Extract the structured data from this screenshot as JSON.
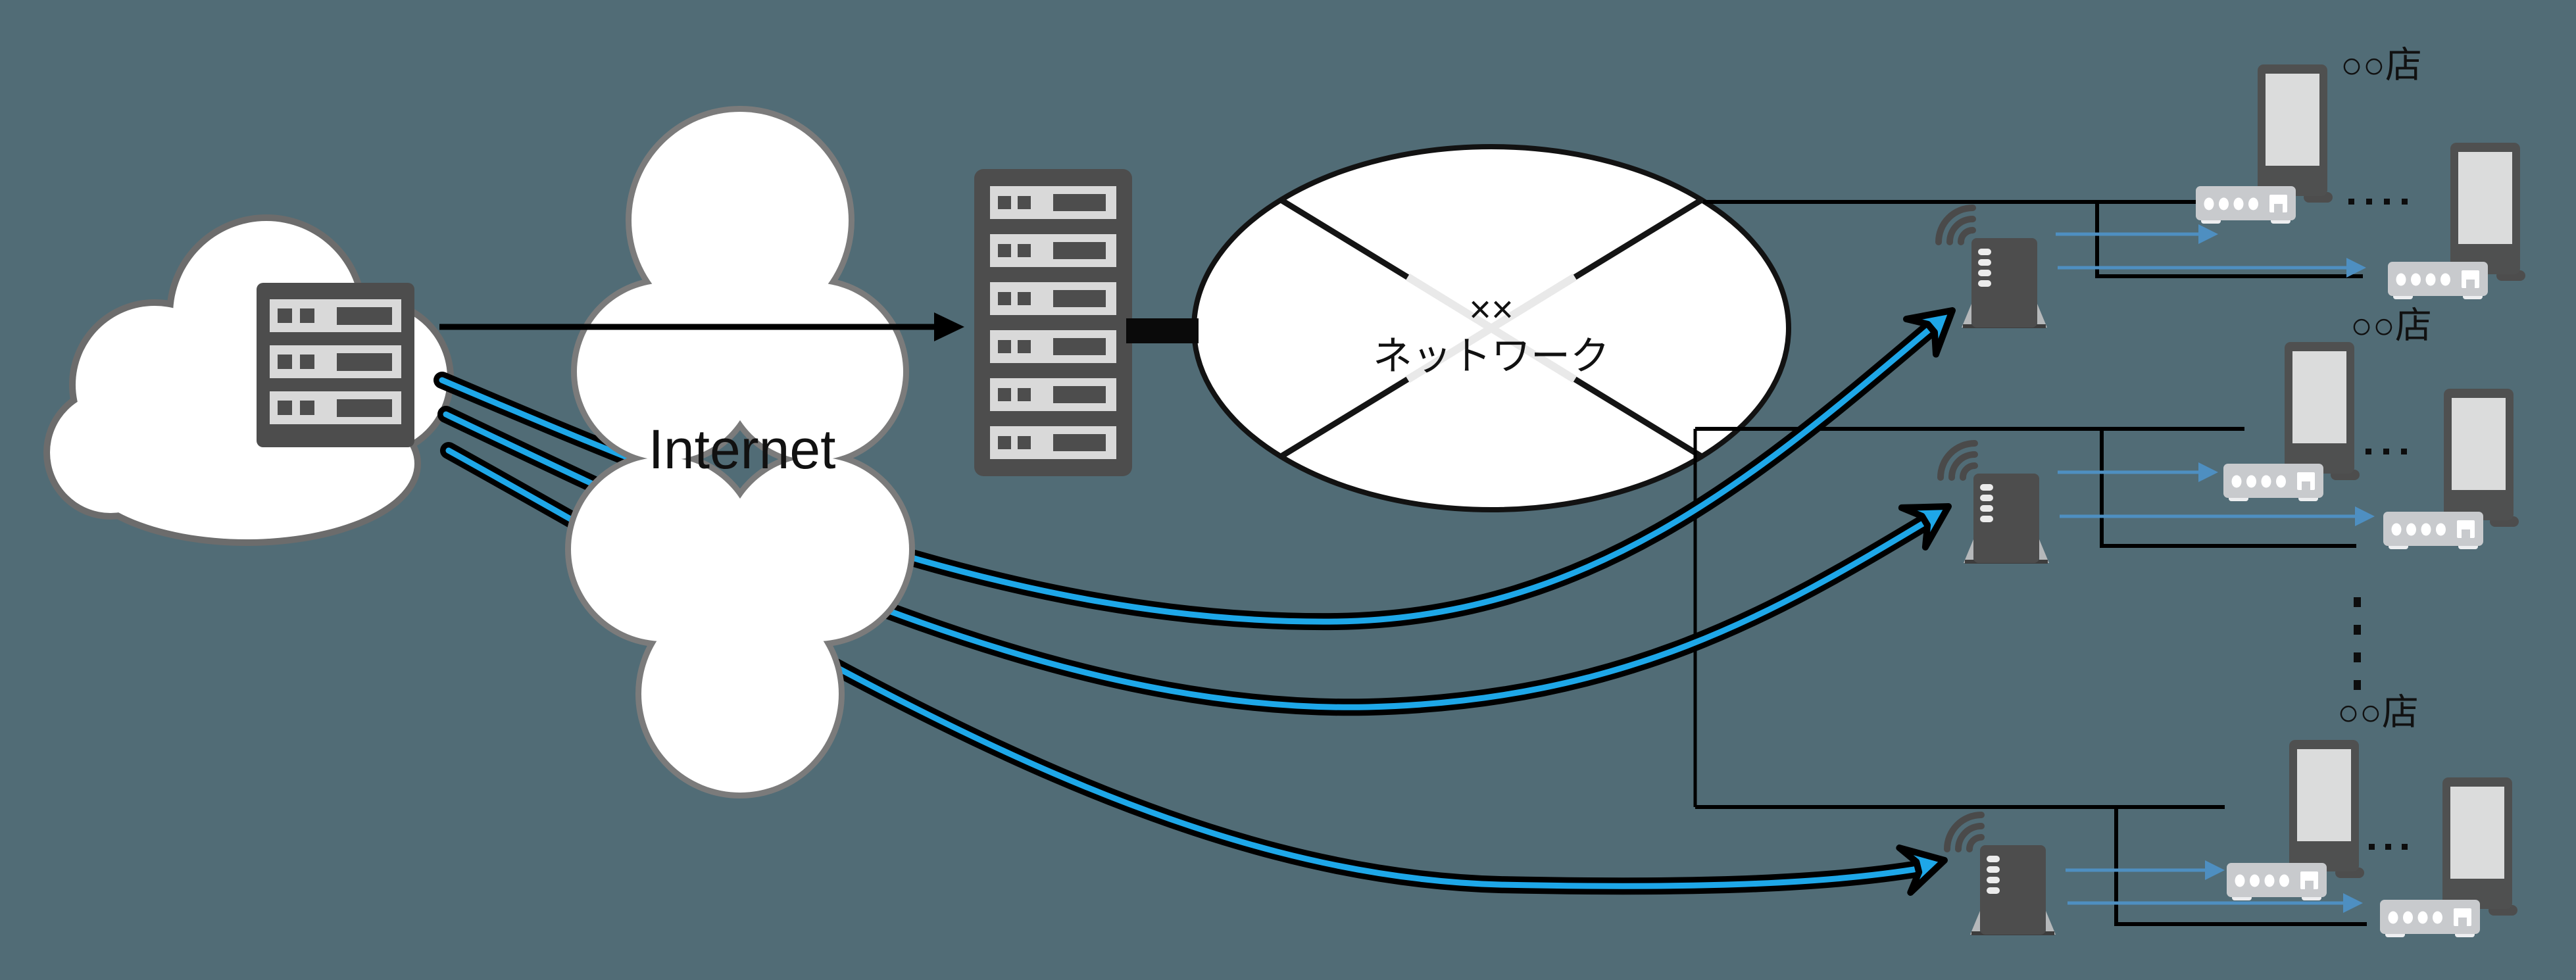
{
  "diagram": {
    "labels": {
      "internet": "Internet",
      "network_line1": "××",
      "network_line2": "ネットワーク"
    },
    "stores": [
      {
        "label": "○○店"
      },
      {
        "label": "○○店"
      },
      {
        "label": "○○店"
      }
    ],
    "colors": {
      "background": "#516C76",
      "icon_dark_gray": "#4D4D4D",
      "panel_light_gray": "#D9D9D9",
      "settop_gray": "#C8CACD",
      "cloud_outline_gray": "#6C6C6C",
      "internet_cloud_outline": "#7B7B7B",
      "flow_arrow_blue": "#1EA7E8",
      "wifi_link_blue": "#4E8FC1",
      "line_black": "#000000",
      "crossline_faded": "#E9E9E9"
    },
    "icons": [
      "cloud-server-icon",
      "internet-cloud-icon",
      "server-rack-icon",
      "network-ellipse",
      "wifi-router-icon",
      "media-player-icon",
      "signage-display-icon",
      "wifi-signal-icon",
      "flow-arrow-icon",
      "link-arrow-icon"
    ]
  }
}
